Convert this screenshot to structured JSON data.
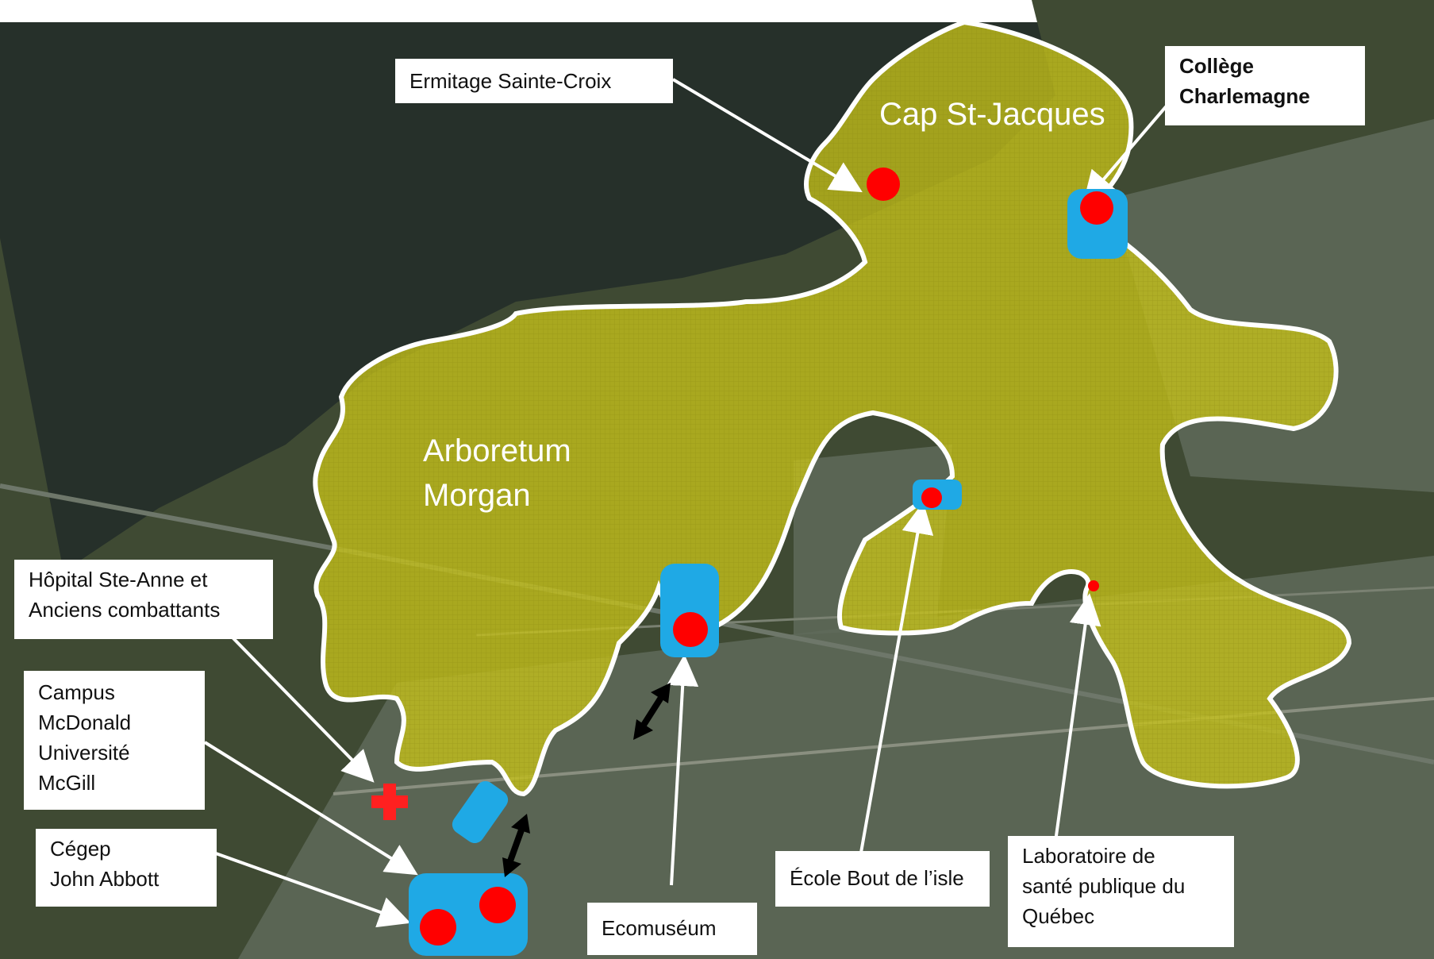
{
  "labels": {
    "ermitage": "Ermitage Sainte-Croix",
    "college": "Collège\nCharlemagne",
    "cap": "Cap St-Jacques",
    "arboretum": "Arboretum\nMorgan",
    "hopital": "Hôpital Ste-Anne et\nAnciens combattants",
    "campus": "Campus\nMcDonald\nUniversité\nMcGill",
    "cegep": "Cégep\n John Abbott",
    "ecomuseum": "Ecomuséum",
    "ecole": "École Bout de l’isle",
    "labo": "Laboratoire de\nsanté publique du\nQuébec"
  },
  "colors": {
    "water": "#26302a",
    "land": "#3f4a33",
    "urban": "#5f6a5b",
    "zone_fill": "#c7c31a",
    "zone_outline": "#ffffff",
    "site_marker": "#ff0000",
    "site_area": "#1fa9e5",
    "hospital_cross": "#ff2020",
    "arrow": "#000000"
  },
  "icons": {
    "hospital": "red-cross-icon",
    "site": "red-dot-marker",
    "link": "double-headed-arrow"
  }
}
